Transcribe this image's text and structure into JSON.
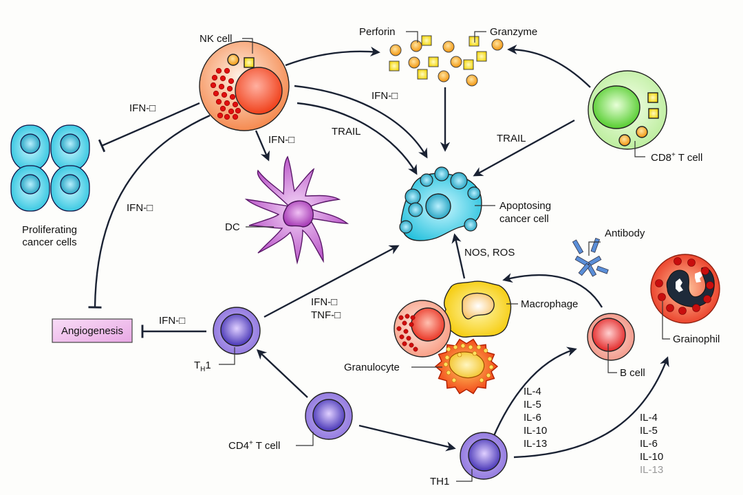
{
  "cells": {
    "nk_cell": "NK cell",
    "perforin": "Perforin",
    "granzyme": "Granzyme",
    "cd8_t_cell": "CD8",
    "cd8_sup": "+",
    "cd8_suffix": " T cell",
    "proliferating_line1": "Proliferating",
    "proliferating_line2": "cancer cells",
    "dc": "DC",
    "apoptosing_line1": "Apoptosing",
    "apoptosing_line2": "cancer cell",
    "antibody": "Antibody",
    "macrophage": "Macrophage",
    "granulocyte": "Granulocyte",
    "b_cell": "B cell",
    "grainophil": "Grainophil",
    "angiogenesis": "Angiogenesis",
    "th1_left_main": "T",
    "th1_left_sub": "H",
    "th1_left_suffix": "1",
    "cd4_t_cell": "CD4",
    "cd4_sup": "+",
    "cd4_suffix": " T cell",
    "th1_bottom": "TH1"
  },
  "edges": {
    "nk_to_proliferating": "IFN-□",
    "nk_to_apoptosing": "IFN-□",
    "nk_to_dc": "IFN-□",
    "nk_trail": "TRAIL",
    "cd8_trail": "TRAIL",
    "nk_to_angiogenesis": "IFN-□",
    "th1_to_angiogenesis": "IFN-□",
    "th1_to_apoptosing_line1": "IFN-□",
    "th1_to_apoptosing_line2": "TNF-□",
    "macrophage_to_apoptosing": "NOS, ROS"
  },
  "cytokines_b_cell": [
    "IL-4",
    "IL-5",
    "IL-6",
    "IL-10",
    "IL-13"
  ],
  "cytokines_grainophil": [
    "IL-4",
    "IL-5",
    "IL-6",
    "IL-10",
    "IL-13"
  ],
  "colors": {
    "edge": "#1a2233",
    "nk_cell": "#f47a3c",
    "cd8_cell": "#5cd630",
    "cancer_cell": "#2ec4de",
    "dc_cell": "#b44cc0",
    "t_cell": "#7a62d4",
    "macrophage": "#f7d81e",
    "granulocyte": "#f24a1a",
    "b_cell": "#e8322a",
    "grainophil": "#e8321e",
    "angiogenesis_box": "#f0c0ec"
  }
}
